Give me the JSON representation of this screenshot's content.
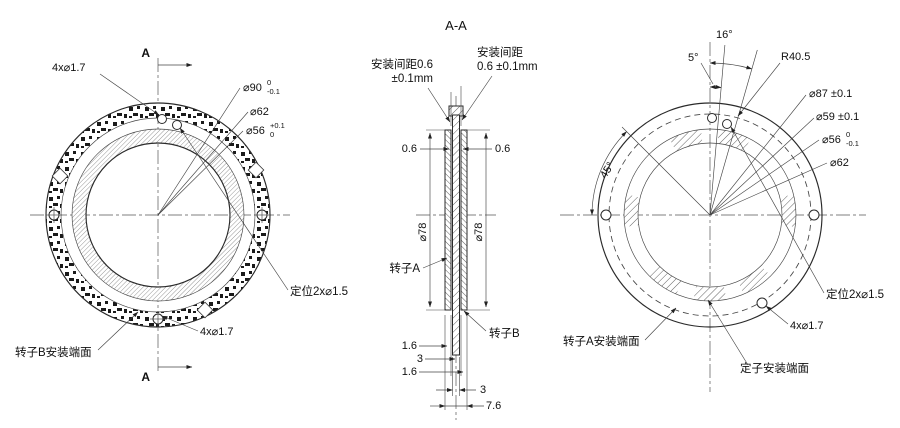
{
  "drawing": {
    "section_title": "A-A",
    "left_view": {
      "marker_top": "A",
      "marker_bottom": "A",
      "holes_top_label": "4x⌀1.7",
      "d90_main": "⌀90",
      "d90_tol_up": "0",
      "d90_tol_dn": "-0.1",
      "d62": "⌀62",
      "d56_main": "⌀56",
      "d56_tol_up": "+0.1",
      "d56_tol_dn": "0",
      "locating_label": "定位2x⌀1.5",
      "holes_bottom_label": "4x⌀1.7",
      "face_label": "转子B安装端面"
    },
    "section_view": {
      "gap_left_line1": "安装间距0.6",
      "gap_left_line2": "±0.1mm",
      "gap_right_line1": "安装间距",
      "gap_right_line2": "0.6 ±0.1mm",
      "gap_dim_left": "0.6",
      "gap_dim_right": "0.6",
      "dia78_left": "⌀78",
      "dia78_right": "⌀78",
      "rotor_a_label": "转子A",
      "rotor_b_label": "转子B",
      "thickness_1": "1.6",
      "thickness_2": "3",
      "thickness_3": "1.6",
      "width_stator": "3",
      "width_total": "7.6"
    },
    "right_view": {
      "angle_16": "16°",
      "angle_5": "5°",
      "radius_405": "R40.5",
      "d87": "⌀87 ±0.1",
      "d59": "⌀59 ±0.1",
      "d56_main": "⌀56",
      "d56_tol_up": "0",
      "d56_tol_dn": "-0.1",
      "d62": "⌀62",
      "angle_45": "45°",
      "locating_label": "定位2x⌀1.5",
      "holes_label": "4x⌀1.7",
      "rotor_a_face_label": "转子A安装端面",
      "stator_face_label": "定子安装端面"
    }
  }
}
